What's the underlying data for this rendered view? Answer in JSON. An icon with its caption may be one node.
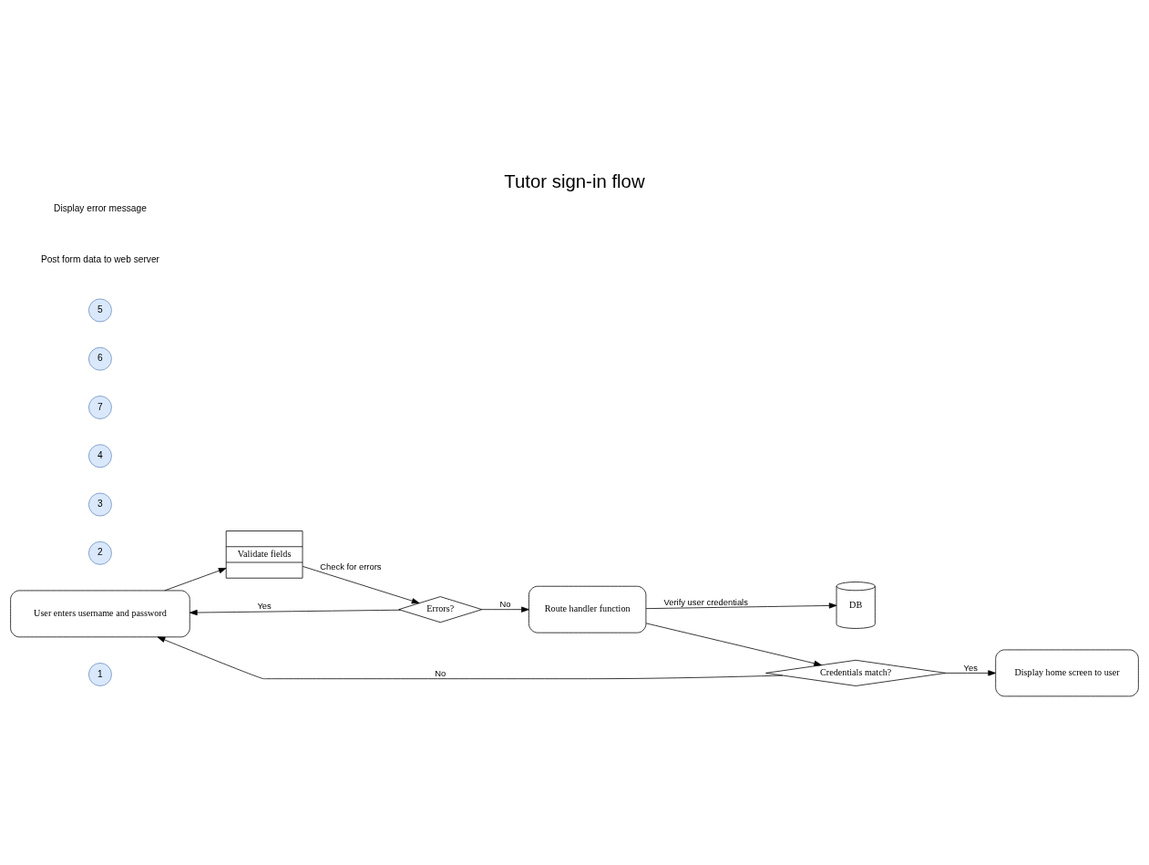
{
  "diagram": {
    "title": "Tutor sign-in flow",
    "nodes": [
      {
        "text": [
          "1"
        ]
      },
      {
        "text": [
          "User enters username and password"
        ]
      },
      {
        "text": [
          "2"
        ]
      },
      {
        "text": [
          "Validate fields"
        ]
      },
      {
        "text": [
          "3"
        ]
      },
      {
        "text": [
          "Errors?"
        ]
      },
      {
        "text": [
          "Display home screen to user"
        ]
      },
      {
        "text": [
          "Credentials match?"
        ]
      },
      {
        "text": [
          "4"
        ]
      },
      {
        "text": [
          "Route handler function"
        ]
      },
      {
        "text": [
          "7"
        ]
      },
      {
        "text": [
          "6"
        ]
      },
      {
        "text": [
          "5"
        ]
      },
      {
        "text": [
          "DB"
        ]
      }
    ],
    "edges": [
      {
        "from": 1,
        "to": 3,
        "arrow": "to"
      },
      {
        "from": 3,
        "to": 5,
        "arrow": "to",
        "label": "Check for errors"
      },
      {
        "from": 5,
        "to": 9,
        "arrow": "to",
        "label": "No"
      },
      {
        "from": 5,
        "to": 1,
        "arrow": "to",
        "label": "Yes"
      },
      {
        "from": 7,
        "to": 1,
        "arrow": "to",
        "label": "No"
      },
      {
        "from": 9,
        "to": 7,
        "arrow": "to"
      },
      {
        "from": 7,
        "to": 6,
        "arrow": "to",
        "label": "Yes"
      },
      {
        "from": 9,
        "to": 13,
        "arrow": "to",
        "label": "Verify user credentials"
      }
    ],
    "labels": [
      "Post form data to web server",
      "Display error message"
    ]
  }
}
